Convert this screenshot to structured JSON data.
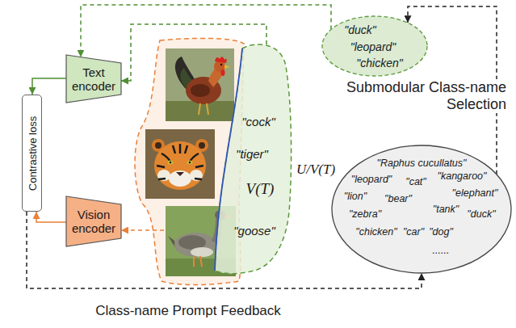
{
  "diagram": {
    "nodes": [
      {
        "text": [
          "Text encoder"
        ]
      },
      {
        "text": [
          "Vision encoder"
        ]
      },
      {
        "text": [
          "Contrastive loss"
        ]
      },
      {
        "text": [
          "\"cock\"",
          "\"tiger\"",
          "V(T)",
          "\"goose\""
        ]
      },
      {
        "text": [
          "\"duck\"",
          "\"leopard\"",
          "\"chicken\""
        ]
      },
      {
        "text": [
          "U/V(T)",
          "\"Raphus cucullatus\"",
          "\"leopard\"",
          "\"cat\"",
          "\"kangaroo\"",
          "\"lion\"",
          "\"bear\"",
          "\"elephant\"",
          "\"tank\"",
          "\"zebra\"",
          "\"duck\"",
          "\"chicken\"",
          "\"car\"",
          "\"dog\"",
          "......"
        ]
      }
    ],
    "edges": [
      {
        "from": 4,
        "to": 0,
        "arrow": "to"
      },
      {
        "from": 3,
        "to": 0,
        "arrow": "to"
      },
      {
        "from": 0,
        "to": 2,
        "arrow": "to"
      },
      {
        "from": 1,
        "to": 2,
        "arrow": "to"
      },
      {
        "from": 2,
        "to": 5,
        "arrow": "to"
      },
      {
        "from": 5,
        "to": 4,
        "label": "Submodular Class-name Selection",
        "arrow": "to"
      }
    ],
    "labels": [
      "Class-name Prompt Feedback"
    ]
  }
}
